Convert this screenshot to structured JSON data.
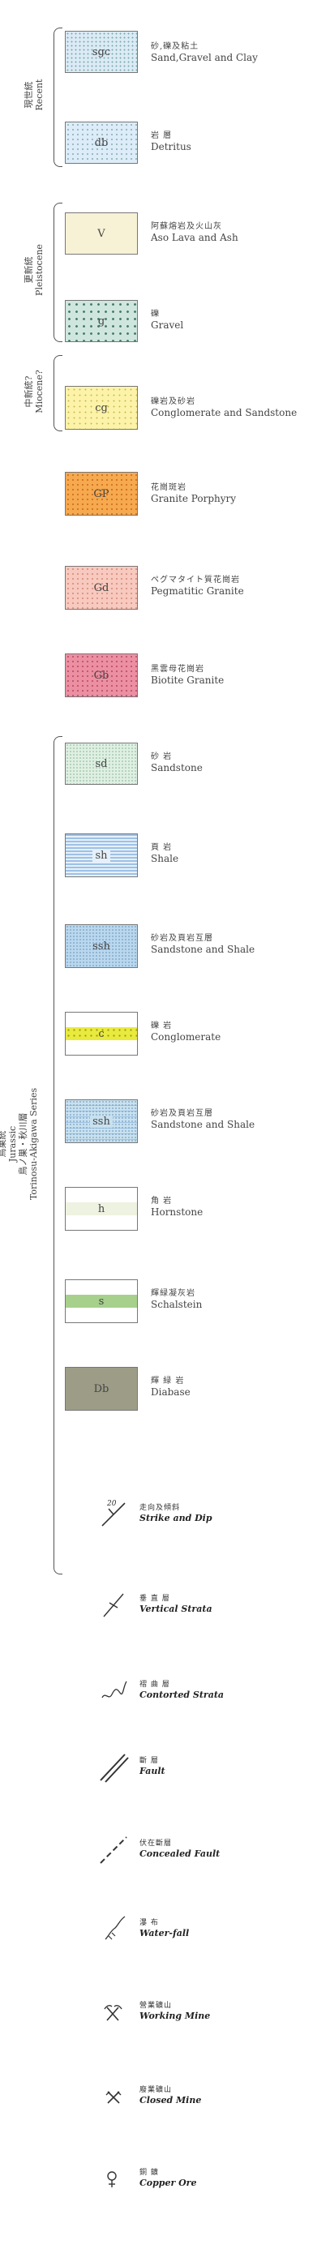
{
  "groups": {
    "recent": {
      "ja": "現世統",
      "en": "Recent"
    },
    "pleistocene": {
      "ja": "更新統",
      "en": "Pleistocene"
    },
    "miocene": {
      "ja": "中新統?",
      "en": "Miocene?"
    },
    "jurassic": {
      "ja": "鳥巣統",
      "en1": "Jurassic",
      "ja2": "鳥ノ巣・秋川層",
      "en2": "Torinosu-Akigawa Series"
    }
  },
  "units": [
    {
      "code": "sgc",
      "ja": "砂,礫及粘土",
      "en": "Sand,Gravel and Clay",
      "color": "#dbeaf5"
    },
    {
      "code": "db",
      "ja": "岩 層",
      "en": "Detritus",
      "color": "#dcecf8"
    },
    {
      "code": "V",
      "ja": "阿蘇熔岩及火山灰",
      "en": "Aso Lava and Ash",
      "color": "#f7f2d5"
    },
    {
      "code": "g",
      "ja": "礫",
      "en": "Gravel",
      "color": "#cfe6de"
    },
    {
      "code": "cg",
      "ja": "礫岩及砂岩",
      "en": "Conglomerate and Sandstone",
      "color": "#fcf3a8"
    },
    {
      "code": "GP",
      "ja": "花崗斑岩",
      "en": "Granite Porphyry",
      "color": "#f6a94f"
    },
    {
      "code": "Gd",
      "ja": "ペグマタイト質花崗岩",
      "en": "Pegmatitic Granite",
      "color": "#f8c9be"
    },
    {
      "code": "Gb",
      "ja": "黑雲母花崗岩",
      "en": "Biotite Granite",
      "color": "#ec8fa2"
    },
    {
      "code": "sd",
      "ja": "砂 岩",
      "en": "Sandstone",
      "color": "#dff0e3"
    },
    {
      "code": "sh",
      "ja": "頁 岩",
      "en": "Shale",
      "color": "#9ec1e6"
    },
    {
      "code": "ssh",
      "ja": "砂岩及頁岩互層",
      "en": "Sandstone and Shale",
      "color": "#b9d7ee"
    },
    {
      "code": "c",
      "ja": "礫 岩",
      "en": "Conglomerate",
      "color": "#e9ea3e"
    },
    {
      "code": "ssh",
      "ja": "砂岩及頁岩互層",
      "en": "Sandstone and Shale",
      "color": "#c8e1ef"
    },
    {
      "code": "h",
      "ja": "角 岩",
      "en": "Hornstone",
      "color": "#eef2e0"
    },
    {
      "code": "s",
      "ja": "輝緑凝灰岩",
      "en": "Schalstein",
      "color": "#a6d08c"
    },
    {
      "code": "Db",
      "ja": "輝 緑 岩",
      "en": "Diabase",
      "color": "#9d9d87"
    }
  ],
  "symbols": [
    {
      "ja": "走向及傾斜",
      "en": "Strike and Dip",
      "dip": "20"
    },
    {
      "ja": "垂 直 層",
      "en": "Vertical Strata"
    },
    {
      "ja": "褶 曲 層",
      "en": "Contorted Strata"
    },
    {
      "ja": "斷 層",
      "en": "Fault"
    },
    {
      "ja": "伏在斷層",
      "en": "Concealed Fault"
    },
    {
      "ja": "瀑 布",
      "en": "Water-fall"
    },
    {
      "ja": "營業礦山",
      "en": "Working Mine"
    },
    {
      "ja": "廢業礦山",
      "en": "Closed Mine"
    },
    {
      "ja": "銅 鑛",
      "en": "Copper Ore"
    }
  ]
}
